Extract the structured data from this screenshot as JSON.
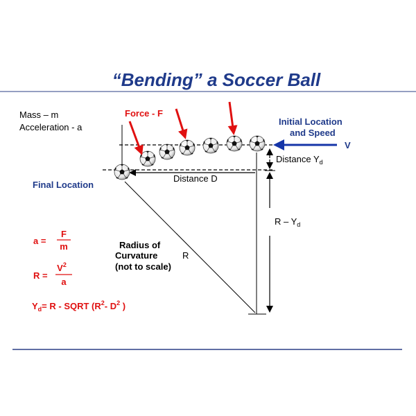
{
  "title": "“Bending” a Soccer Ball",
  "colors": {
    "title": "#1f3a8a",
    "rule": "#2b3f86",
    "force": "#e01010",
    "velocity": "#1535a8",
    "label_blue": "#1f3a8a",
    "black": "#000000"
  },
  "labels": {
    "mass": "Mass – m",
    "acceleration": "Acceleration - a",
    "force": "Force - F",
    "initial_location_1": "Initial Location",
    "initial_location_2": "and Speed",
    "velocity": "V",
    "final_location": "Final Location",
    "distance_yd_main": "Distance  Y",
    "distance_yd_sub": "d",
    "distance_d": "Distance  D",
    "r_minus_yd_main": "R – Y",
    "r_minus_yd_sub": "d",
    "radius_1": "Radius of",
    "radius_2": "Curvature",
    "radius_3": "(not to scale)",
    "radius_r": "R"
  },
  "equations": {
    "a_lhs": "a  =",
    "a_num": "F",
    "a_den": "m",
    "r_lhs": "R  =",
    "r_num": "V",
    "r_num_sup": "2",
    "r_den": "a",
    "yd_main": "Y",
    "yd_sub": "d",
    "yd_rest_1": "= R  -  SQRT (R",
    "yd_sup_1": "2",
    "yd_rest_2": "- D",
    "yd_sup_2": "2",
    "yd_rest_3": " )"
  },
  "icons": {
    "ball": "soccer-ball-icon",
    "force_arrow": "red-arrow-icon",
    "velocity_arrow": "blue-arrow-icon"
  }
}
